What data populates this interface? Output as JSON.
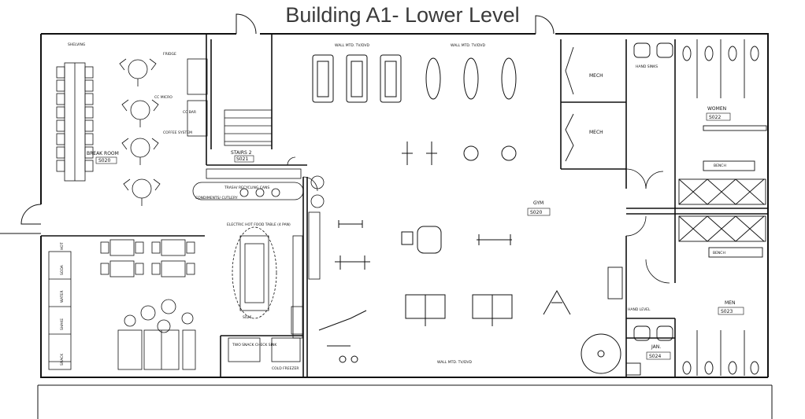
{
  "title": "Building A1- Lower Level",
  "rooms": {
    "break_room": {
      "name": "BREAK ROOM",
      "number": "S020"
    },
    "stairs": {
      "name": "STAIRS 2",
      "number": "S021"
    },
    "gym": {
      "name": "GYM",
      "number": "S020"
    },
    "women": {
      "name": "WOMEN",
      "number": "S022"
    },
    "men": {
      "name": "MEN",
      "number": "S023"
    },
    "jan": {
      "name": "JAN.",
      "number": "S024"
    },
    "mech_upper": {
      "name": "MECH"
    },
    "mech_lower": {
      "name": "MECH"
    },
    "storage": {
      "number": "S026"
    }
  },
  "annotations": {
    "wall_tv_top_left": "WALL MTD. TV/DVD",
    "wall_tv_top_right": "WALL MTD. TV/DVD",
    "wall_tv_bottom": "WALL MTD. TV/DVD",
    "condiments": "CONDIMENTS/ CUTLERY",
    "trash": "TRASH/ RECYCLING CANS",
    "electric_table": "ELECTRIC HOT FOOD TABLE (4 PAN)",
    "fridge": "FRIDGE",
    "cc_micro": "CC MICRO",
    "cc_bar": "CC BAR",
    "coffee_system": "COFFEE SYSTEM",
    "snack_rack": "TWO SNACK CHECK SINK",
    "shelving": "SHELVING",
    "bench_women": "BENCH",
    "bench_men": "BENCH",
    "hand_sinks": "HAND SINKS",
    "hand_level": "HAND LEVEL",
    "cold_freezer": "COLD FREEZER",
    "vending": [
      "SNACK",
      "SHAKE",
      "WATER",
      "SODA",
      "HOT"
    ]
  }
}
